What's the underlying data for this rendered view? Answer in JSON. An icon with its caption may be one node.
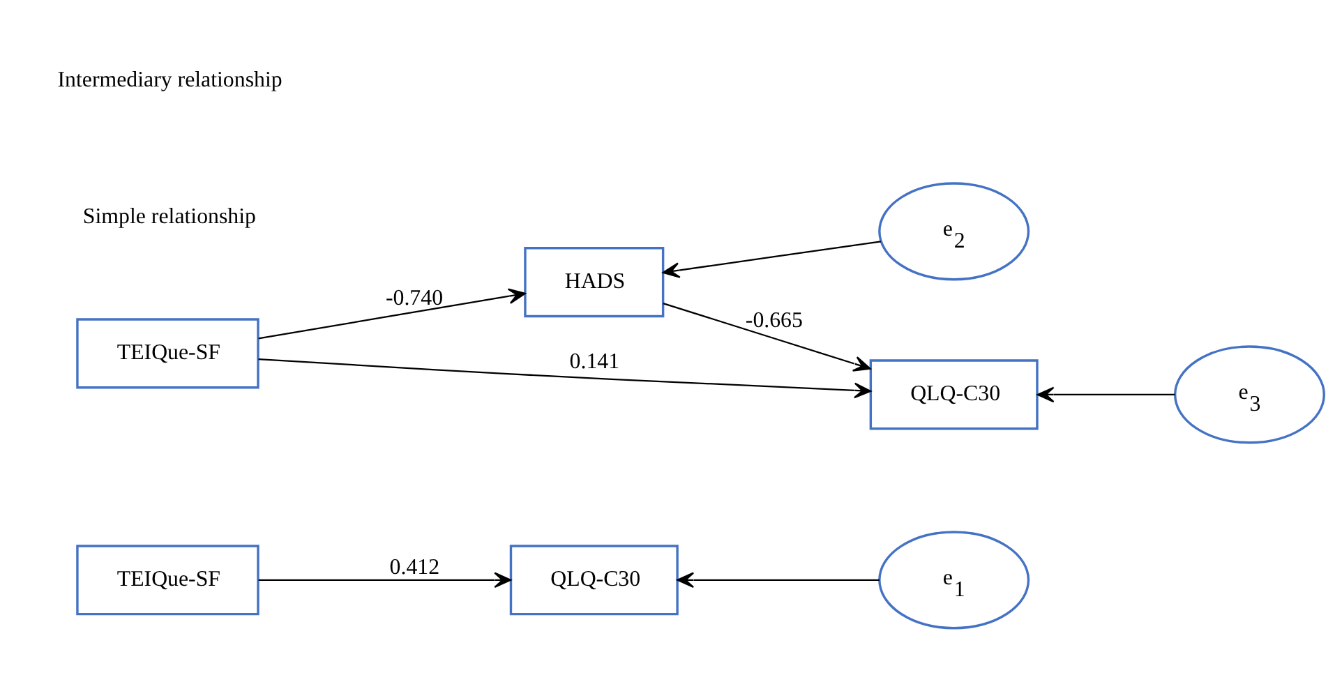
{
  "diagram": {
    "nodes": [
      {
        "text": [
          "TEIQue-SF"
        ]
      },
      {
        "text": [
          "QLQ-C30"
        ]
      },
      {
        "text": [
          "e$_{1}$"
        ]
      },
      {
        "text": [
          "HADS"
        ]
      },
      {
        "text": [
          "e$_{2}$"
        ]
      },
      {
        "text": [
          "TEIQue-SF"
        ]
      },
      {
        "text": [
          "QLQ-C30"
        ]
      },
      {
        "text": [
          "e$_{3}$"
        ]
      }
    ],
    "edges": [
      {
        "from": 0,
        "to": 1,
        "arrow": "to",
        "label": "0.412"
      },
      {
        "from": 2,
        "to": 1,
        "arrow": "to"
      },
      {
        "from": 4,
        "to": 3,
        "arrow": "to"
      },
      {
        "from": 5,
        "to": 3,
        "arrow": "to",
        "label": "-0.740"
      },
      {
        "from": 3,
        "to": 6,
        "arrow": "to",
        "label": "-0.665"
      },
      {
        "from": 5,
        "to": 6,
        "arrow": "to",
        "label": "0.141"
      },
      {
        "from": 7,
        "to": 6,
        "arrow": "to"
      }
    ],
    "labels": [
      "Simple relationship",
      "Intermediary relationship"
    ]
  }
}
